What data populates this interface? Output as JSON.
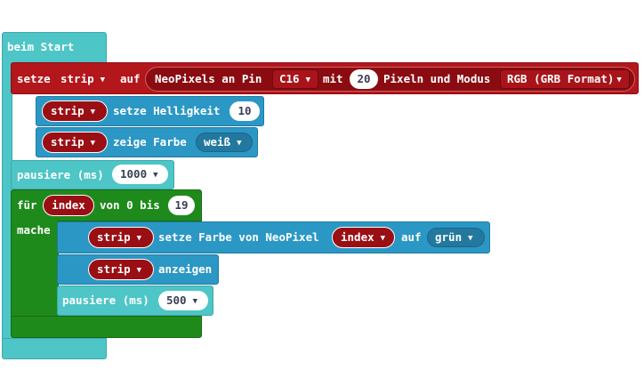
{
  "start_block": {
    "label": "beim Start"
  },
  "setze_block": {
    "keyword": "setze",
    "variable": "strip",
    "connector": "auf",
    "neopixel": {
      "label_prefix": "NeoPixels an Pin",
      "pin": "C16",
      "label_mit": "mit",
      "count": "20",
      "label_mode": "Pixeln und Modus",
      "mode": "RGB (GRB Format)"
    }
  },
  "brightness_block": {
    "variable": "strip",
    "label": "setze Helligkeit",
    "value": "10"
  },
  "show_color_block": {
    "variable": "strip",
    "label": "zeige Farbe",
    "color": "weiß"
  },
  "pause_1": {
    "label": "pausiere (ms)",
    "value": "1000"
  },
  "for_block": {
    "label_fuer": "für",
    "variable": "index",
    "label_range": "von 0 bis",
    "to": "19",
    "label_do": "mache"
  },
  "set_pixel_block": {
    "variable": "strip",
    "label": "setze Farbe von NeoPixel",
    "index_var": "index",
    "label_auf": "auf",
    "color": "grün"
  },
  "show_block": {
    "variable": "strip",
    "label": "anzeigen"
  },
  "pause_2": {
    "label": "pausiere (ms)",
    "value": "500"
  },
  "colors": {
    "events": "#4ec5c7",
    "variables": "#b3161b",
    "neopixel": "#2b97c5",
    "loops": "#1f8a1c"
  },
  "icons": {
    "dropdown": "caret-down"
  }
}
